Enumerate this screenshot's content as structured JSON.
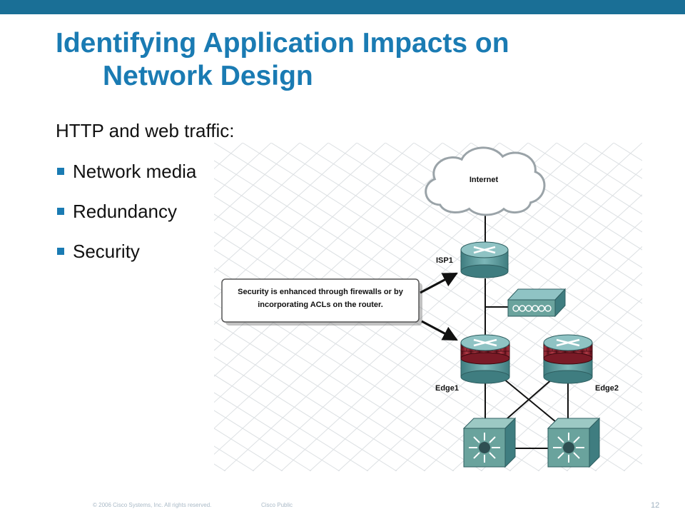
{
  "slide": {
    "title_line1": "Identifying Application Impacts on",
    "title_line2": "Network Design",
    "subheading": "HTTP and web traffic:",
    "bullets": [
      "Network media",
      "Redundancy",
      "Security"
    ]
  },
  "diagram": {
    "cloud_label": "Internet",
    "isp_label": "ISP1",
    "edge1_label": "Edge1",
    "edge2_label": "Edge2",
    "callout_line1": "Security is enhanced through firewalls or by",
    "callout_line2": "incorporating ACLs on the router.",
    "colors": {
      "router": "#5f9ea0",
      "firewall": "#8b1f2b",
      "switch": "#6aa39d"
    }
  },
  "footer": {
    "copyright": "© 2006 Cisco Systems, Inc. All rights reserved.",
    "classification": "Cisco Public",
    "page": "12"
  }
}
